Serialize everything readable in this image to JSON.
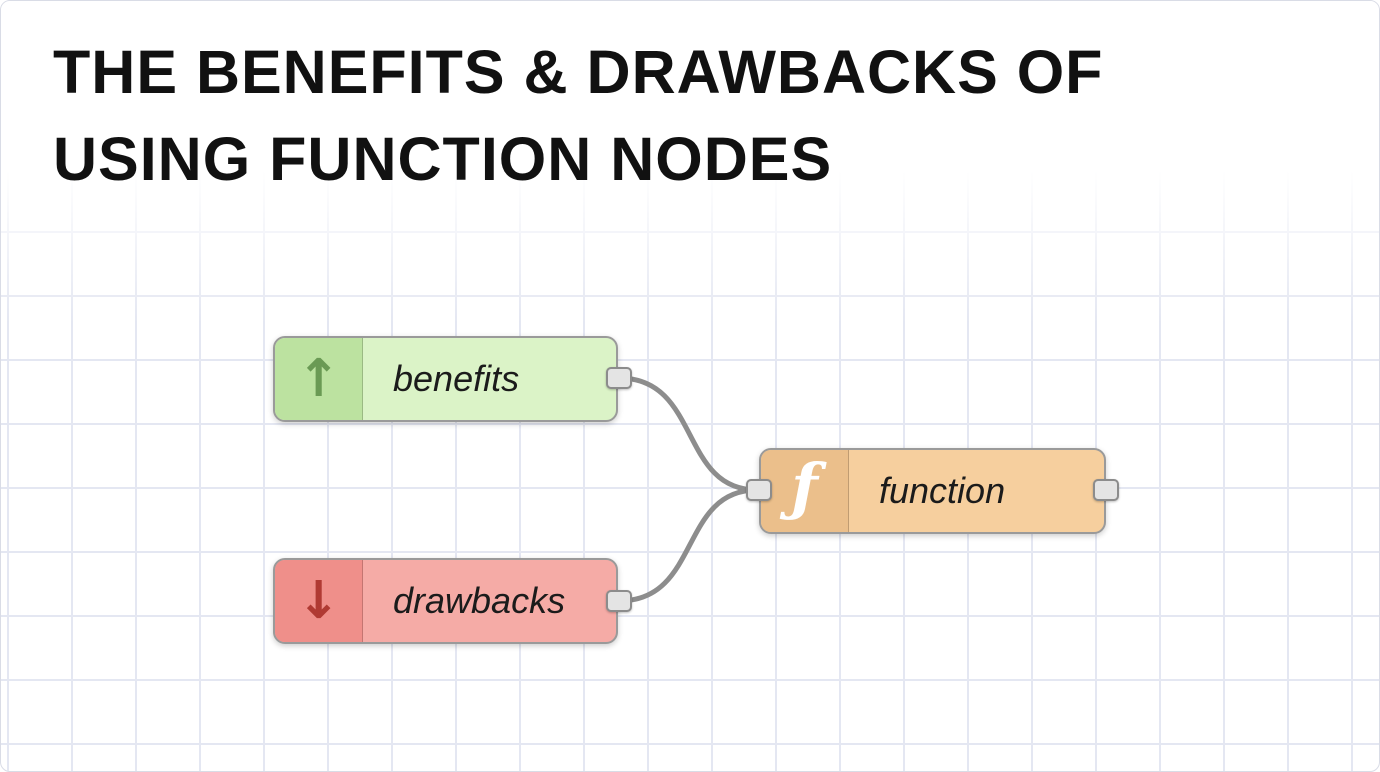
{
  "title": {
    "line1": "THE BENEFITS & DRAWBACKS OF",
    "line2": "USING FUNCTION NODES"
  },
  "nodes": {
    "benefits": {
      "label": "benefits",
      "icon": "arrow-up-icon",
      "glyph": "↑",
      "body_color": "#dbf3c7",
      "icon_bg": "#bce2a0",
      "glyph_color": "#6a9a54"
    },
    "drawbacks": {
      "label": "drawbacks",
      "icon": "arrow-down-icon",
      "glyph": "↓",
      "body_color": "#f5aba6",
      "icon_bg": "#ef8f8a",
      "glyph_color": "#b03a33"
    },
    "function": {
      "label": "function",
      "icon": "function-icon",
      "glyph": "ƒ",
      "body_color": "#f6cf9e",
      "icon_bg": "#ebbf8b",
      "glyph_color": "#ffffff"
    }
  },
  "colors": {
    "canvas_bg": "#ffffff",
    "canvas_border": "#d9dce6",
    "grid_line": "#e4e7f2",
    "wire": "#8d8d8d",
    "node_border": "#9a9a9a",
    "port_fill": "#e4e4e4",
    "port_border": "#8c8c8c",
    "title_color": "#111111",
    "label_color": "#1b1b1b"
  }
}
